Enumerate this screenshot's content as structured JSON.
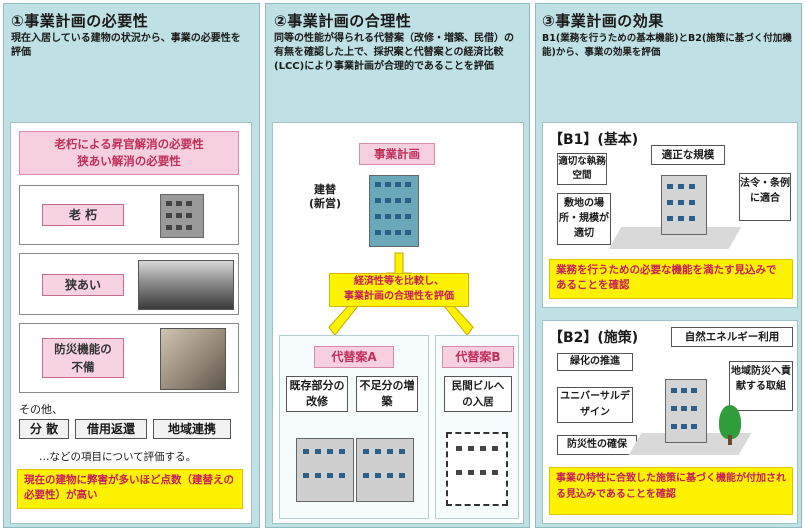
{
  "col1": {
    "title": "①事業計画の必要性",
    "desc": "現在入居している建物の状況から、事業の必要性を評価",
    "header": "老朽による昇官解消の必要性\n狭あい解消の必要性",
    "items": [
      "老 朽",
      "狭あい",
      "防災機能の不備"
    ],
    "other_label": "その他、",
    "other_items": [
      "分 散",
      "借用返還",
      "地域連携"
    ],
    "other_note": "…などの項目について評価する。",
    "conclusion": "現在の建物に弊害が多いほど点数（建替えの必要性）が高い"
  },
  "col2": {
    "title": "②事業計画の合理性",
    "desc": "同等の性能が得られる代替案（改修・増築、民借）の有無を確認した上で、採択案と代替案との経済比較(LCC)により事業計画が合理的であることを評価",
    "plan_label": "事業計画",
    "plan_note": "建替\n(新営)",
    "compare_text": "経済性等を比較し、\n事業計画の合理性を評価",
    "alt_a": "代替案A",
    "alt_a_items": [
      "既存部分の改修",
      "不足分の増築"
    ],
    "alt_b": "代替案B",
    "alt_b_item": "民間ビルへの入居"
  },
  "col3": {
    "title": "③事業計画の効果",
    "desc": "B1(業務を行うための基本機能)とB2(施策に基づく付加機能)から、事業の効果を評価",
    "b1_title": "【B1】(基本)",
    "b1_labels": [
      "適切な執務空間",
      "適正な規模",
      "敷地の場所・規模が適切",
      "法令・条例に適合"
    ],
    "b1_conclusion": "業務を行うための必要な機能を満たす見込みであることを確認",
    "b2_title": "【B2】(施策)",
    "b2_labels": [
      "自然エネルギー利用",
      "緑化の推進",
      "地域防災へ貢献する取組",
      "ユニバーサルデザイン",
      "防災性の確保"
    ],
    "b2_conclusion": "事業の特性に合致した施策に基づく機能が付加される見込みであることを確認"
  },
  "colors": {
    "teal_bg": "#bfe0e4",
    "pink": "#f7d0e0",
    "yellow": "#fff200",
    "accent_text": "#c81e5a"
  }
}
